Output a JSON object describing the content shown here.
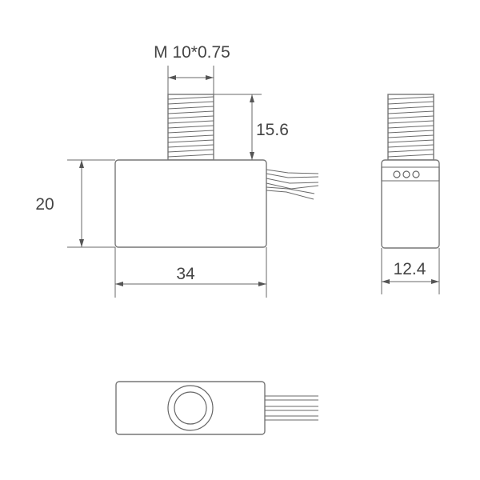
{
  "dimensions": {
    "thread": "M 10*0.75",
    "thread_length": "15.6",
    "height": "20",
    "length": "34",
    "width": "12.4"
  },
  "colors": {
    "outline": "#777777",
    "text": "#444444",
    "background": "#ffffff"
  }
}
